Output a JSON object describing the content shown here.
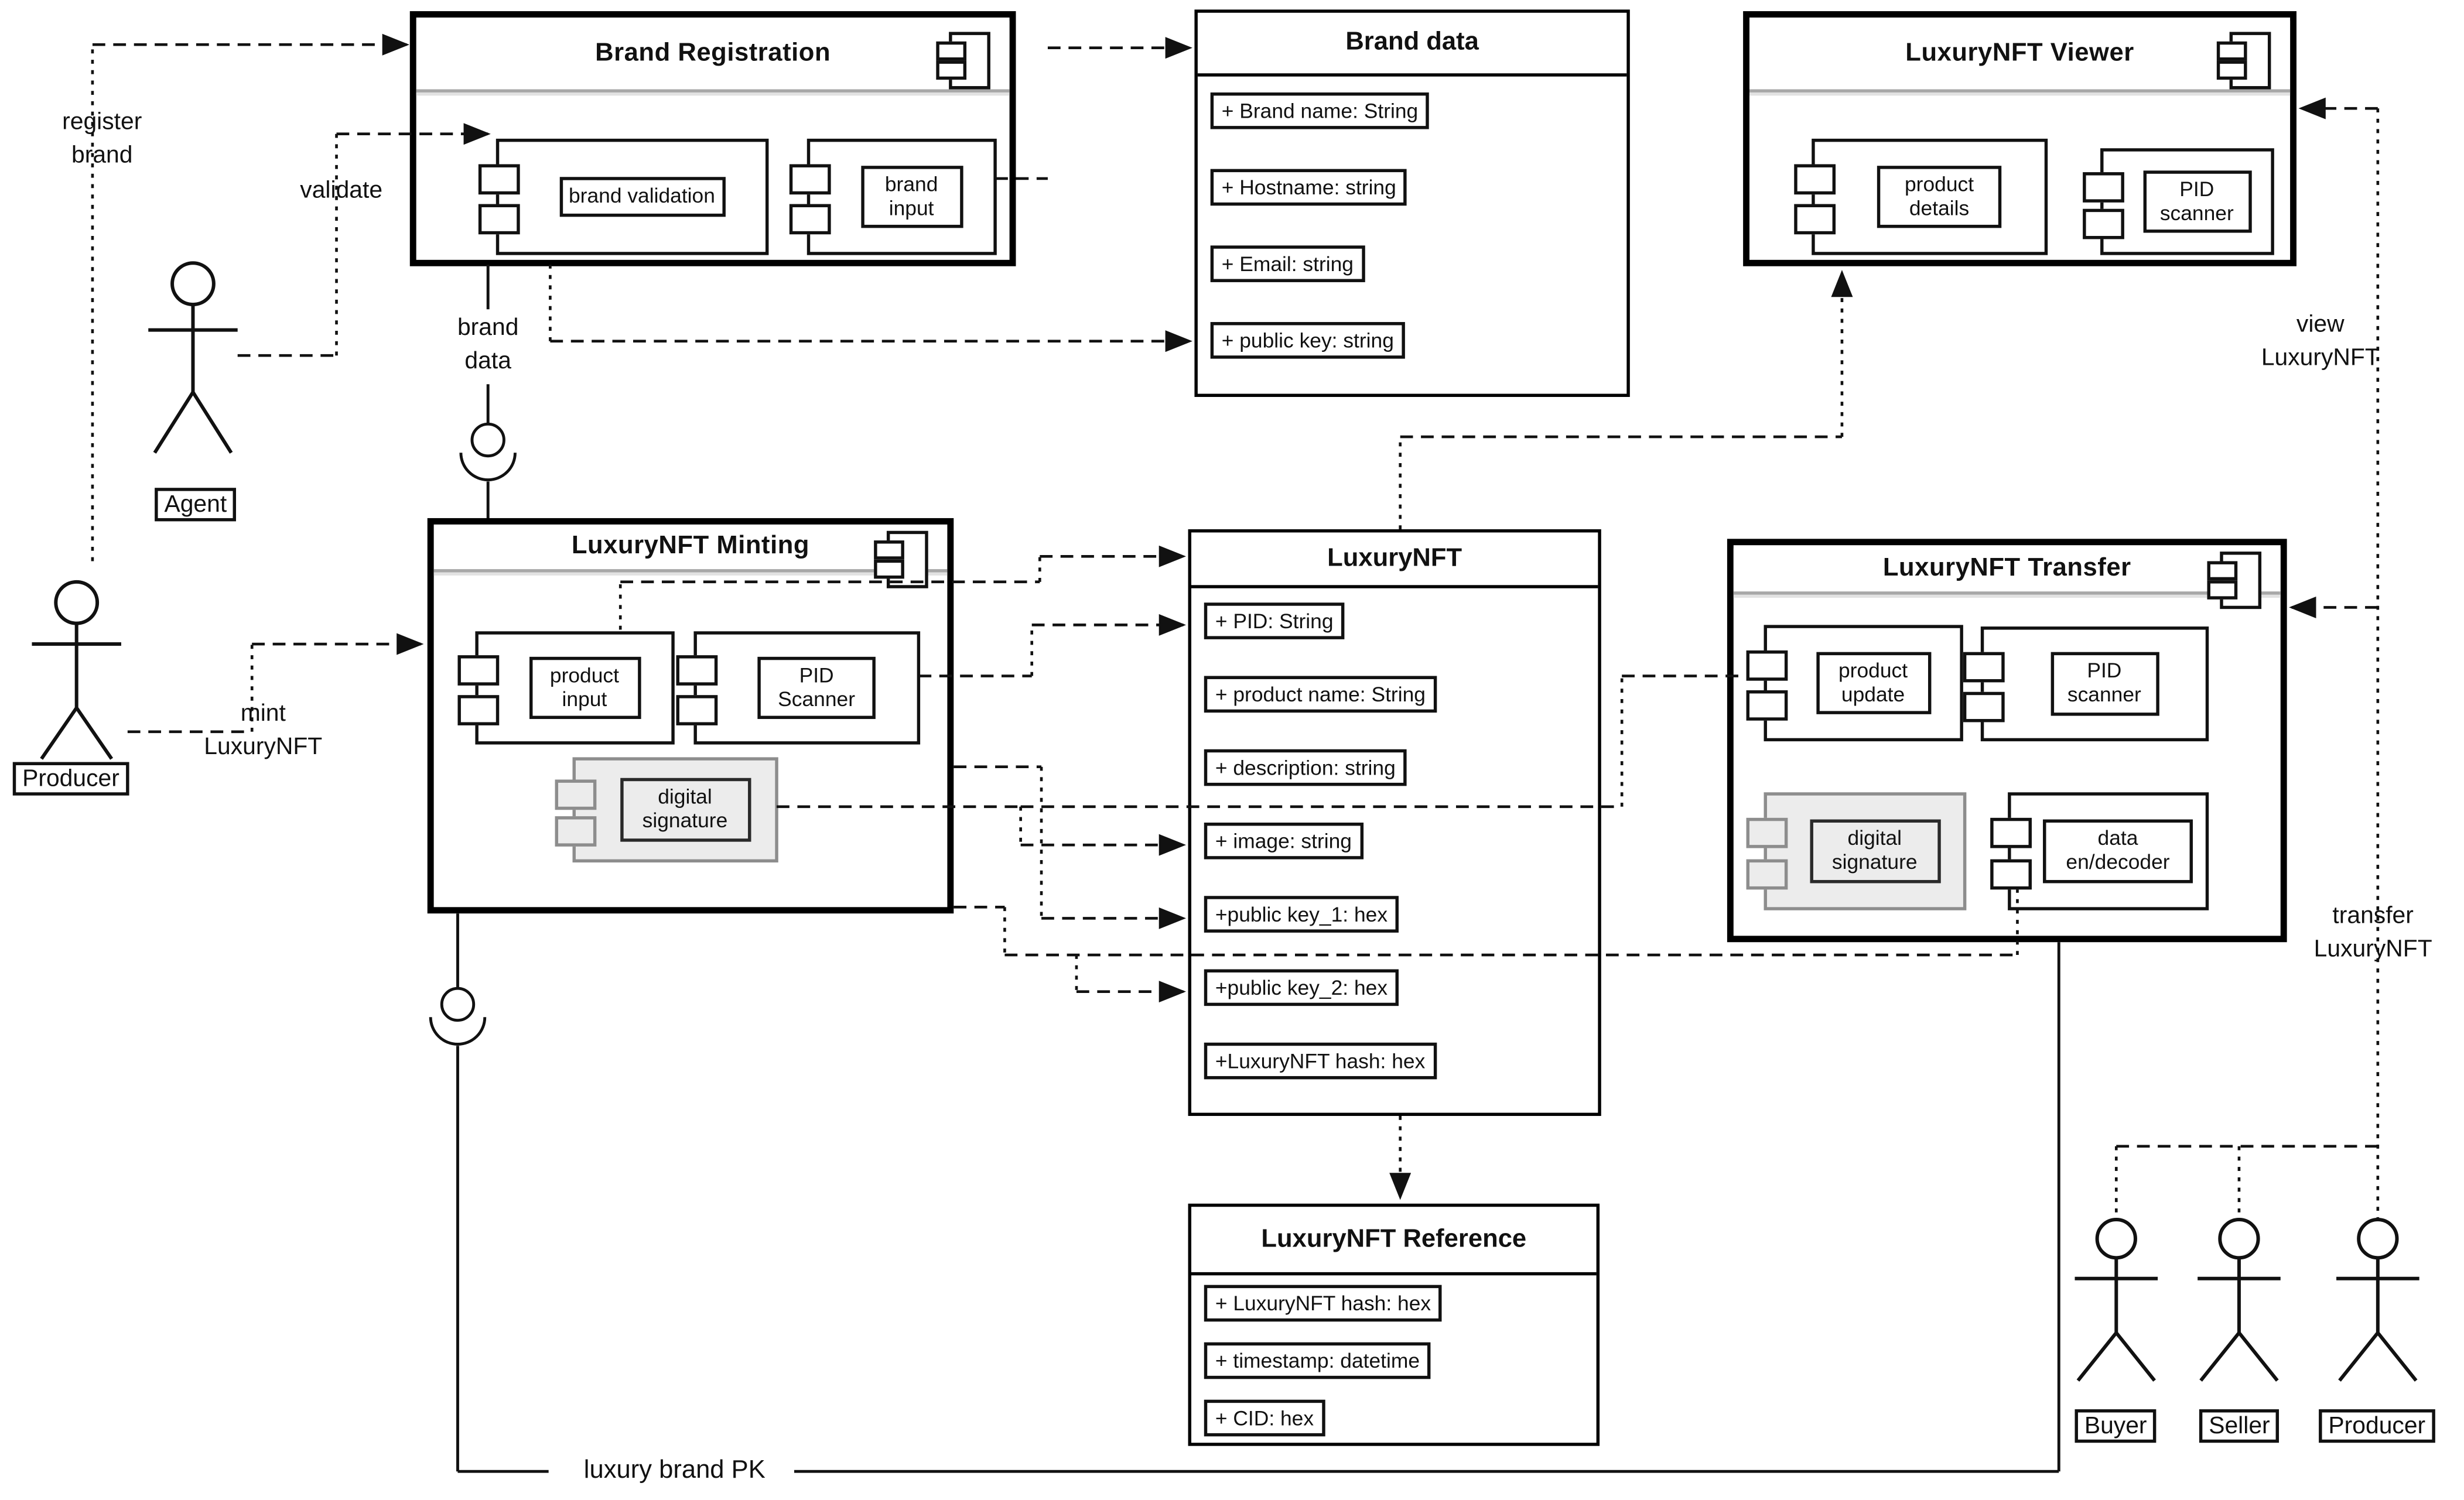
{
  "components": {
    "brand_registration": {
      "title": "Brand Registration",
      "subcomponents": {
        "brand_validation": "brand validation",
        "brand_input": "brand input"
      }
    },
    "luxurynft_viewer": {
      "title": "LuxuryNFT Viewer",
      "subcomponents": {
        "product_details": "product details",
        "pid_scanner": "PID scanner"
      }
    },
    "luxurynft_minting": {
      "title": "LuxuryNFT Minting",
      "subcomponents": {
        "product_input": "product input",
        "pid_scanner": "PID Scanner",
        "digital_signature": "digital signature"
      }
    },
    "luxurynft_transfer": {
      "title": "LuxuryNFT Transfer",
      "subcomponents": {
        "product_update": "product update",
        "pid_scanner": "PID scanner",
        "digital_signature": "digital signature",
        "data_endecoder": "data en/decoder"
      }
    }
  },
  "classes": {
    "brand_data": {
      "title": "Brand data",
      "attributes": [
        "+ Brand name: String",
        "+ Hostname: string",
        "+ Email: string",
        "+ public key: string"
      ]
    },
    "luxurynft": {
      "title": "LuxuryNFT",
      "attributes": [
        "+ PID: String",
        "+ product name: String",
        "+ description: string",
        "+ image: string",
        "+public key_1: hex",
        "+public key_2: hex",
        "+LuxuryNFT hash: hex"
      ]
    },
    "luxurynft_reference": {
      "title": "LuxuryNFT Reference",
      "attributes": [
        "+ LuxuryNFT hash: hex",
        "+ timestamp: datetime",
        "+ CID: hex"
      ]
    }
  },
  "actors": {
    "agent": "Agent",
    "producer_left": "Producer",
    "buyer": "Buyer",
    "seller": "Seller",
    "producer_right": "Producer"
  },
  "labels": {
    "register_brand": {
      "line1": "register",
      "line2": "brand"
    },
    "validate": "validate",
    "brand_data": {
      "line1": "brand",
      "line2": "data"
    },
    "mint_luxurynft": {
      "line1": "mint",
      "line2": "LuxuryNFT"
    },
    "view_luxurynft": {
      "line1": "view",
      "line2": "LuxuryNFT"
    },
    "transfer_luxurynft": {
      "line1": "transfer",
      "line2": "LuxuryNFT"
    },
    "luxury_brand_pk": "luxury brand PK"
  }
}
